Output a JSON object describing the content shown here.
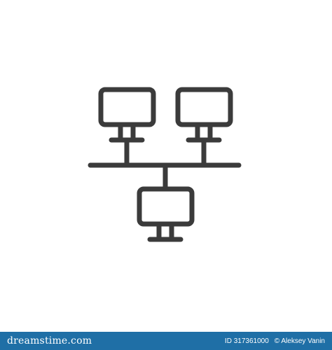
{
  "image": {
    "icon": "network-computers-icon",
    "stroke_color": "#3b3b3b",
    "background": "#ffffff"
  },
  "footer": {
    "background": "#1f6fa6",
    "logo_text": "dreamstime.com",
    "id_text": "ID 317361000",
    "author_text": "© Aleksey Vanin"
  }
}
